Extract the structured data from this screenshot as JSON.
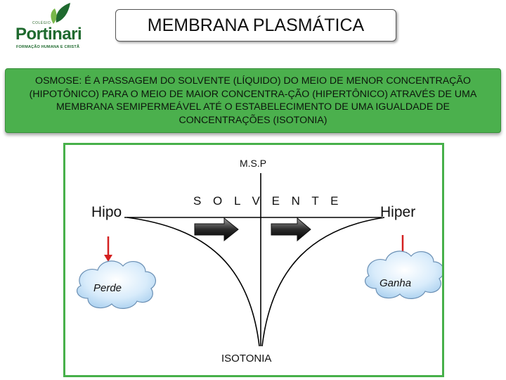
{
  "logo": {
    "sub": "COLÉGIO",
    "name": "Portinari",
    "tagline": "FORMAÇÃO HUMANA E CRISTÃ"
  },
  "title": "MEMBRANA PLASMÁTICA",
  "definition": "OSMOSE: É A PASSAGEM DO SOLVENTE (LÍQUIDO) DO MEIO DE MENOR CONCENTRAÇÃO (HIPOTÔNICO) PARA O MEIO DE MAIOR CONCENTRA-ÇÃO (HIPERTÔNICO) ATRAVÉS DE UMA MEMBRANA SEMIPERMEÁVEL ATÉ O ESTABELECIMENTO DE UMA IGUALDADE DE CONCENTRAÇÕES (ISOTONIA)",
  "diagram": {
    "membrane_label": "M.S.P",
    "solvent_label": "S O L V E N T E",
    "left_label": "Hipo",
    "right_label": "Hiper",
    "left_cloud": "Perde",
    "right_cloud": "Ganha",
    "bottom_label": "ISOTONIA"
  },
  "colors": {
    "green": "#4bb04d",
    "border_green": "#47b04a",
    "red_arrow": "#d42020",
    "cloud": "#c9e2f6",
    "logo_green": "#1f6a2f"
  }
}
